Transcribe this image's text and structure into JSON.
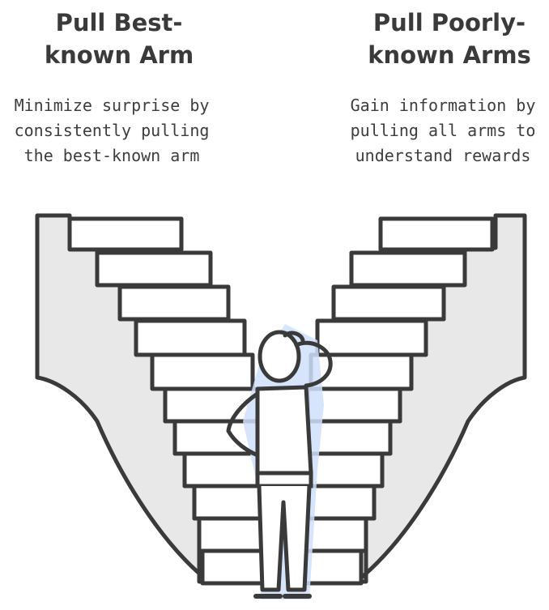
{
  "left_option": {
    "title_line1": "Pull Best-",
    "title_line2": "known Arm",
    "desc_line1": "Minimize surprise by",
    "desc_line2": "consistently pulling",
    "desc_line3": "the best-known arm"
  },
  "right_option": {
    "title_line1": "Pull Poorly-",
    "title_line2": "known Arms",
    "desc_line1": "Gain information by",
    "desc_line2": "pulling all arms to",
    "desc_line3": "understand rewards"
  },
  "illustration": {
    "icons": [
      "left-staircase-icon",
      "right-staircase-icon",
      "person-thinking-icon"
    ],
    "colors": {
      "stroke": "#3a3a3a",
      "wall_fill": "#e6e6e6",
      "person_fill": "#cfe0fb"
    }
  }
}
